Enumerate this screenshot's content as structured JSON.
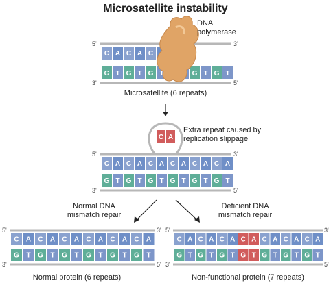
{
  "title": "Microsatellite instability",
  "labels": {
    "polymerase": [
      "DNA",
      "polymerase"
    ],
    "microsatellite": "Microsatellite (6 repeats)",
    "extra_repeat": [
      "Extra repeat caused by",
      "replication slippage"
    ],
    "normal_repair": [
      "Normal DNA",
      "mismatch repair"
    ],
    "deficient_repair": [
      "Deficient DNA",
      "mismatch repair"
    ],
    "normal_protein": "Normal protein (6 repeats)",
    "nonfunctional_protein": "Non-functional protein (7 repeats)"
  },
  "strand_ends": {
    "five": "5'",
    "three": "3'"
  },
  "loop_bases": [
    "C",
    "A"
  ],
  "strands": {
    "top": {
      "upper": [
        "C",
        "A",
        "C",
        "A",
        "C",
        "A"
      ],
      "lower": [
        "G",
        "T",
        "G",
        "T",
        "G",
        "T",
        "G",
        "T",
        "G",
        "T",
        "G",
        "T"
      ]
    },
    "middle": {
      "upper": [
        "C",
        "A",
        "C",
        "A",
        "C",
        "A",
        "C",
        "A",
        "C",
        "A",
        "C",
        "A"
      ],
      "lower": [
        "G",
        "T",
        "G",
        "T",
        "G",
        "T",
        "G",
        "T",
        "G",
        "T",
        "G",
        "T"
      ]
    },
    "left": {
      "upper": [
        "C",
        "A",
        "C",
        "A",
        "C",
        "A",
        "C",
        "A",
        "C",
        "A",
        "C",
        "A"
      ],
      "lower": [
        "G",
        "T",
        "G",
        "T",
        "G",
        "T",
        "G",
        "T",
        "G",
        "T",
        "G",
        "T"
      ]
    },
    "right": {
      "upper": [
        "C",
        "A",
        "C",
        "A",
        "C",
        "A",
        "C",
        "A",
        "C",
        "A",
        "C",
        "A",
        "C",
        "A"
      ],
      "lower": [
        "G",
        "T",
        "G",
        "T",
        "G",
        "T",
        "G",
        "T",
        "G",
        "T",
        "G",
        "T",
        "G",
        "T"
      ]
    }
  },
  "colors": {
    "C": "#8aa2cf",
    "A": "#6f8fc7",
    "G": "#5fae98",
    "T": "#7d96c9",
    "insert": "#d15c5c",
    "backbone": "#b7b7b7",
    "polymerase": "#e0a466"
  }
}
